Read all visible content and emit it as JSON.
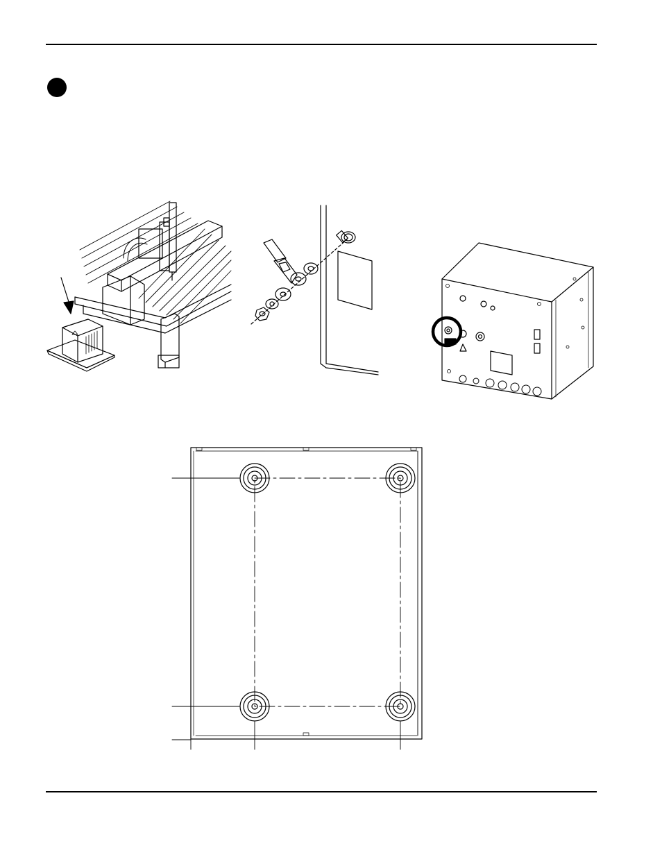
{
  "page": {
    "header_rule": "",
    "footer_rule": "",
    "step_marker": "filled-circle"
  },
  "figures": {
    "table_with_power_supply": "machine-table-with-unit-illustration",
    "grounding_hardware": "ground-stud-exploded-view",
    "unit_rear_panel": "unit-rear-panel-with-highlighted-ground-stud",
    "mounting_footprint": "bottom-view-mounting-feet-diagram"
  }
}
